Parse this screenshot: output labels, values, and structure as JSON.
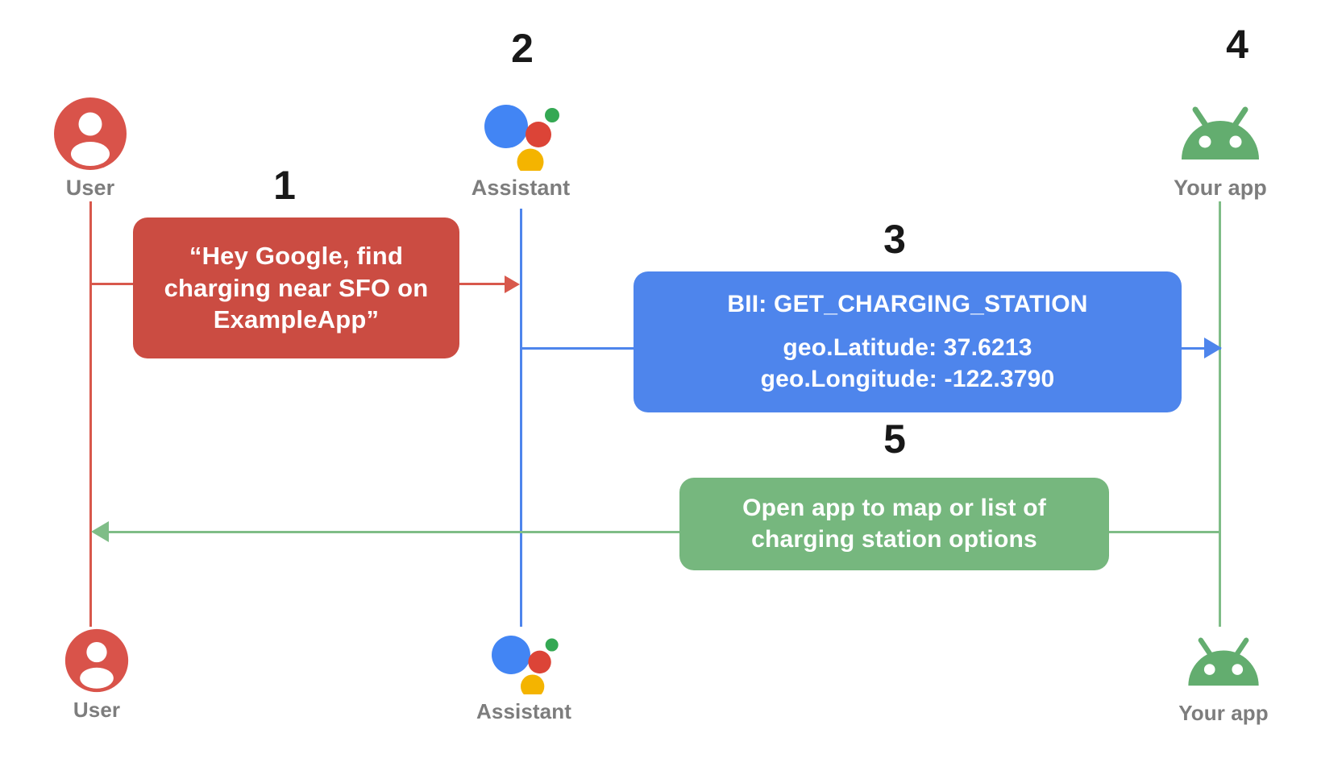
{
  "diagram": {
    "type": "sequence-diagram",
    "background": "#ffffff",
    "colors": {
      "user_red": "#cb4c42",
      "user_line_red": "#d8584c",
      "assistant_blue": "#4e85ec",
      "app_green": "#76b77e",
      "app_line_green": "#7fbd87",
      "label_gray": "#7d7d7d",
      "number_black": "#181818",
      "assistant_dot_blue": "#4285f4",
      "assistant_dot_red": "#dc4437",
      "assistant_dot_yellow": "#f4b400",
      "assistant_dot_green": "#34a853"
    }
  },
  "actors": {
    "top": [
      {
        "id": "user",
        "label": "User",
        "icon": "user-avatar-icon"
      },
      {
        "id": "assistant",
        "label": "Assistant",
        "icon": "google-assistant-icon"
      },
      {
        "id": "app",
        "label": "Your app",
        "icon": "android-robot-icon"
      }
    ],
    "bottom": [
      {
        "id": "user",
        "label": "User",
        "icon": "user-avatar-icon"
      },
      {
        "id": "assistant",
        "label": "Assistant",
        "icon": "google-assistant-icon"
      },
      {
        "id": "app",
        "label": "Your app",
        "icon": "android-robot-icon"
      }
    ]
  },
  "steps": [
    {
      "number": "1",
      "color": "red",
      "from": "user",
      "to": "assistant",
      "lines": [
        "“Hey Google, find",
        "charging near SFO on",
        "ExampleApp”"
      ]
    },
    {
      "number": "2",
      "color": "blue",
      "at": "assistant",
      "lines": []
    },
    {
      "number": "3",
      "color": "blue",
      "from": "assistant",
      "to": "app",
      "lines": [
        "BII: GET_CHARGING_STATION",
        "geo.Latitude: 37.6213",
        "geo.Longitude:  -122.3790"
      ]
    },
    {
      "number": "4",
      "color": "green",
      "at": "app",
      "lines": []
    },
    {
      "number": "5",
      "color": "green",
      "from": "app",
      "to": "user",
      "lines": [
        "Open app to map or list of",
        "charging station options"
      ]
    }
  ]
}
